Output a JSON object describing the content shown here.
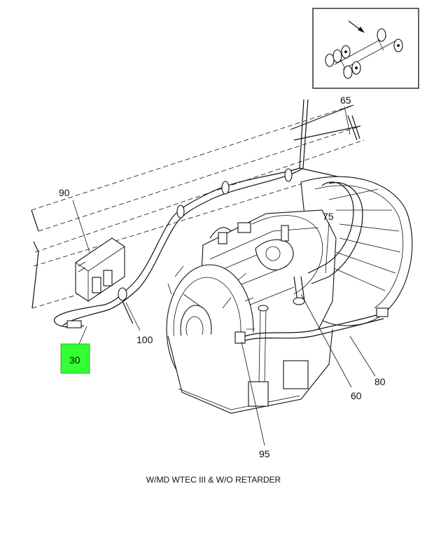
{
  "caption": "W/MD WTEC III & W/O RETARDER",
  "highlight_color": "#33ff33",
  "callouts": {
    "c65": "65",
    "c90": "90",
    "c75": "75",
    "c100": "100",
    "c30": "30",
    "c60": "60",
    "c80": "80",
    "c95": "95"
  },
  "inset": {
    "icon": "truck-chassis-locator-icon"
  }
}
